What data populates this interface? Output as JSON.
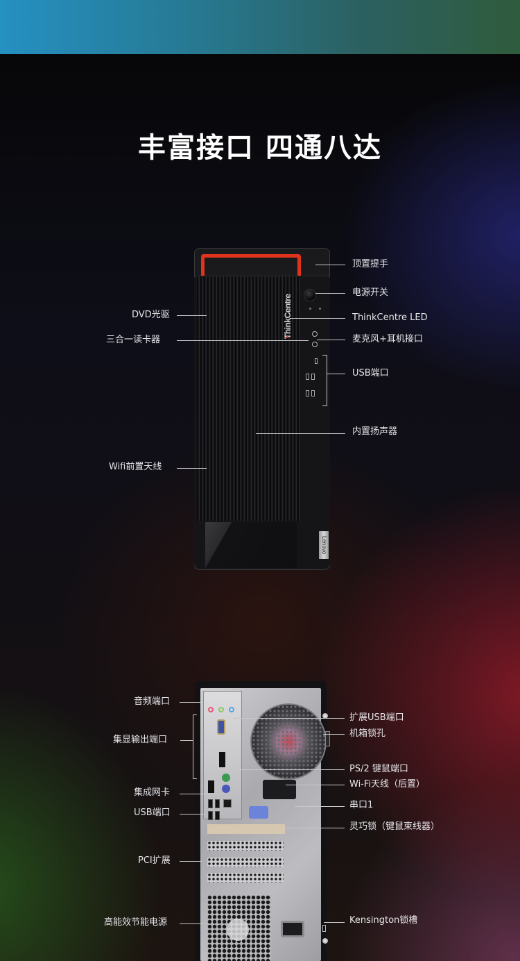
{
  "page": {
    "headline": "丰富接口 四通八达",
    "colors": {
      "top_band_start": "#2590c2",
      "top_band_end": "#2f5c3c",
      "handle_red": "#e0331d",
      "label_text": "#e6e6ea"
    }
  },
  "front_view": {
    "brand_text": "ThinkCentre",
    "badge_text": "Lenovo",
    "callouts_left": [
      {
        "label": "DVD光驱"
      },
      {
        "label": "三合一读卡器"
      },
      {
        "label": "Wifi前置天线"
      }
    ],
    "callouts_right": [
      {
        "label": "顶置提手"
      },
      {
        "label": "电源开关"
      },
      {
        "label": "ThinkCentre LED"
      },
      {
        "label": "麦克风+耳机接口"
      },
      {
        "label": "USB端口"
      },
      {
        "label": "内置扬声器"
      }
    ]
  },
  "rear_view": {
    "callouts_left": [
      {
        "label": "音频端口"
      },
      {
        "label": "集显输出端口"
      },
      {
        "label": "集成网卡"
      },
      {
        "label": "USB端口"
      },
      {
        "label": "PCI扩展"
      },
      {
        "label": "高能效节能电源"
      }
    ],
    "callouts_right": [
      {
        "label": "扩展USB端口"
      },
      {
        "label": "机箱锁孔"
      },
      {
        "label": "PS/2 键鼠端口"
      },
      {
        "label": "Wi-Fi天线（后置）"
      },
      {
        "label": "串口1"
      },
      {
        "label": "灵巧锁（键鼠束线器）"
      },
      {
        "label": "Kensington锁槽"
      }
    ]
  }
}
